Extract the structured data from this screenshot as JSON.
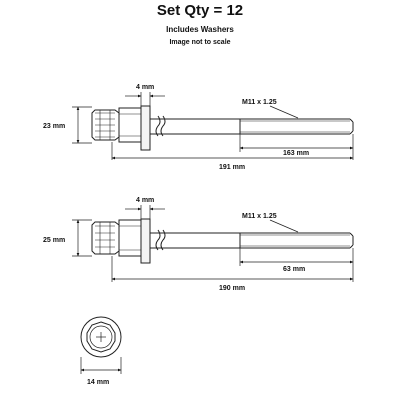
{
  "header": {
    "title": "Set Qty = 12",
    "subtitle": "Includes Washers",
    "note": "Image not to scale"
  },
  "bolt_long": {
    "washer_thickness": "4 mm",
    "head_height": "23 mm",
    "thread": "M11 x 1.25",
    "thread_length": "163 mm",
    "overall_length": "191 mm"
  },
  "bolt_short": {
    "washer_thickness": "4 mm",
    "head_height": "25 mm",
    "thread": "M11 x 1.25",
    "thread_length": "63 mm",
    "overall_length": "190 mm"
  },
  "head_view": {
    "across_flats": "14 mm"
  }
}
